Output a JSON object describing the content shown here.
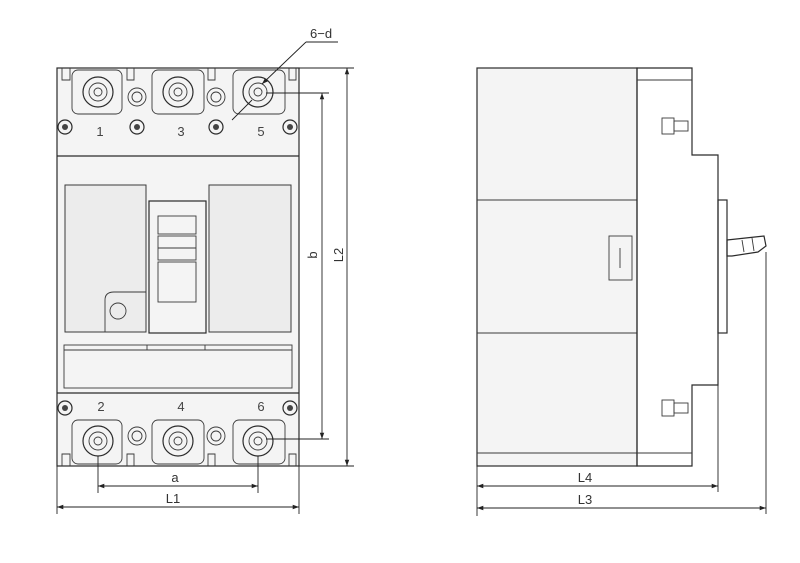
{
  "front_view": {
    "terminal_numbers_top": [
      "1",
      "3",
      "5"
    ],
    "terminal_numbers_bottom": [
      "2",
      "4",
      "6"
    ],
    "hole_callout": "6−d"
  },
  "dimensions": {
    "a": "a",
    "b": "b",
    "L1": "L1",
    "L2": "L2",
    "L3": "L3",
    "L4": "L4"
  }
}
